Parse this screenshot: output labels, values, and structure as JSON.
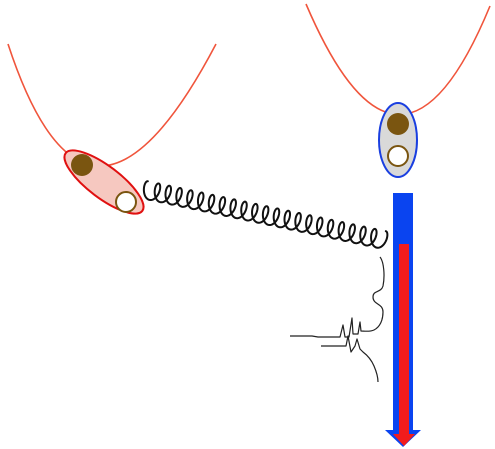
{
  "colors": {
    "potential_curve": "#f0553c",
    "left_wavepacket_outline": "#e01010",
    "left_wavepacket_fill": "#f6c8c0",
    "right_wavepacket_outline": "#1a3fe0",
    "right_wavepacket_fill": "#d9d9d9",
    "filled_particle": "#7a5510",
    "hollow_particle_stroke": "#7a5510",
    "spring_coil": "#111111",
    "spectrum_trace": "#222222",
    "outer_arrow": "#0a44f0",
    "inner_arrow": "#f21c1c",
    "background": "#ffffff"
  },
  "diagram": {
    "left_well": {
      "icon": "parabola-potential-icon",
      "wavepacket": "tilted-ellipse",
      "particles": [
        "filled",
        "hollow"
      ]
    },
    "right_well": {
      "icon": "parabola-potential-icon",
      "wavepacket": "vertical-ellipse",
      "particles": [
        "filled",
        "hollow"
      ]
    },
    "connector": {
      "icon": "coil-spring-icon"
    },
    "spectrum": {
      "icon": "emission-spectrum-icon"
    },
    "arrow": {
      "icon": "downward-arrow-icon",
      "style": "red-inside-blue"
    }
  }
}
